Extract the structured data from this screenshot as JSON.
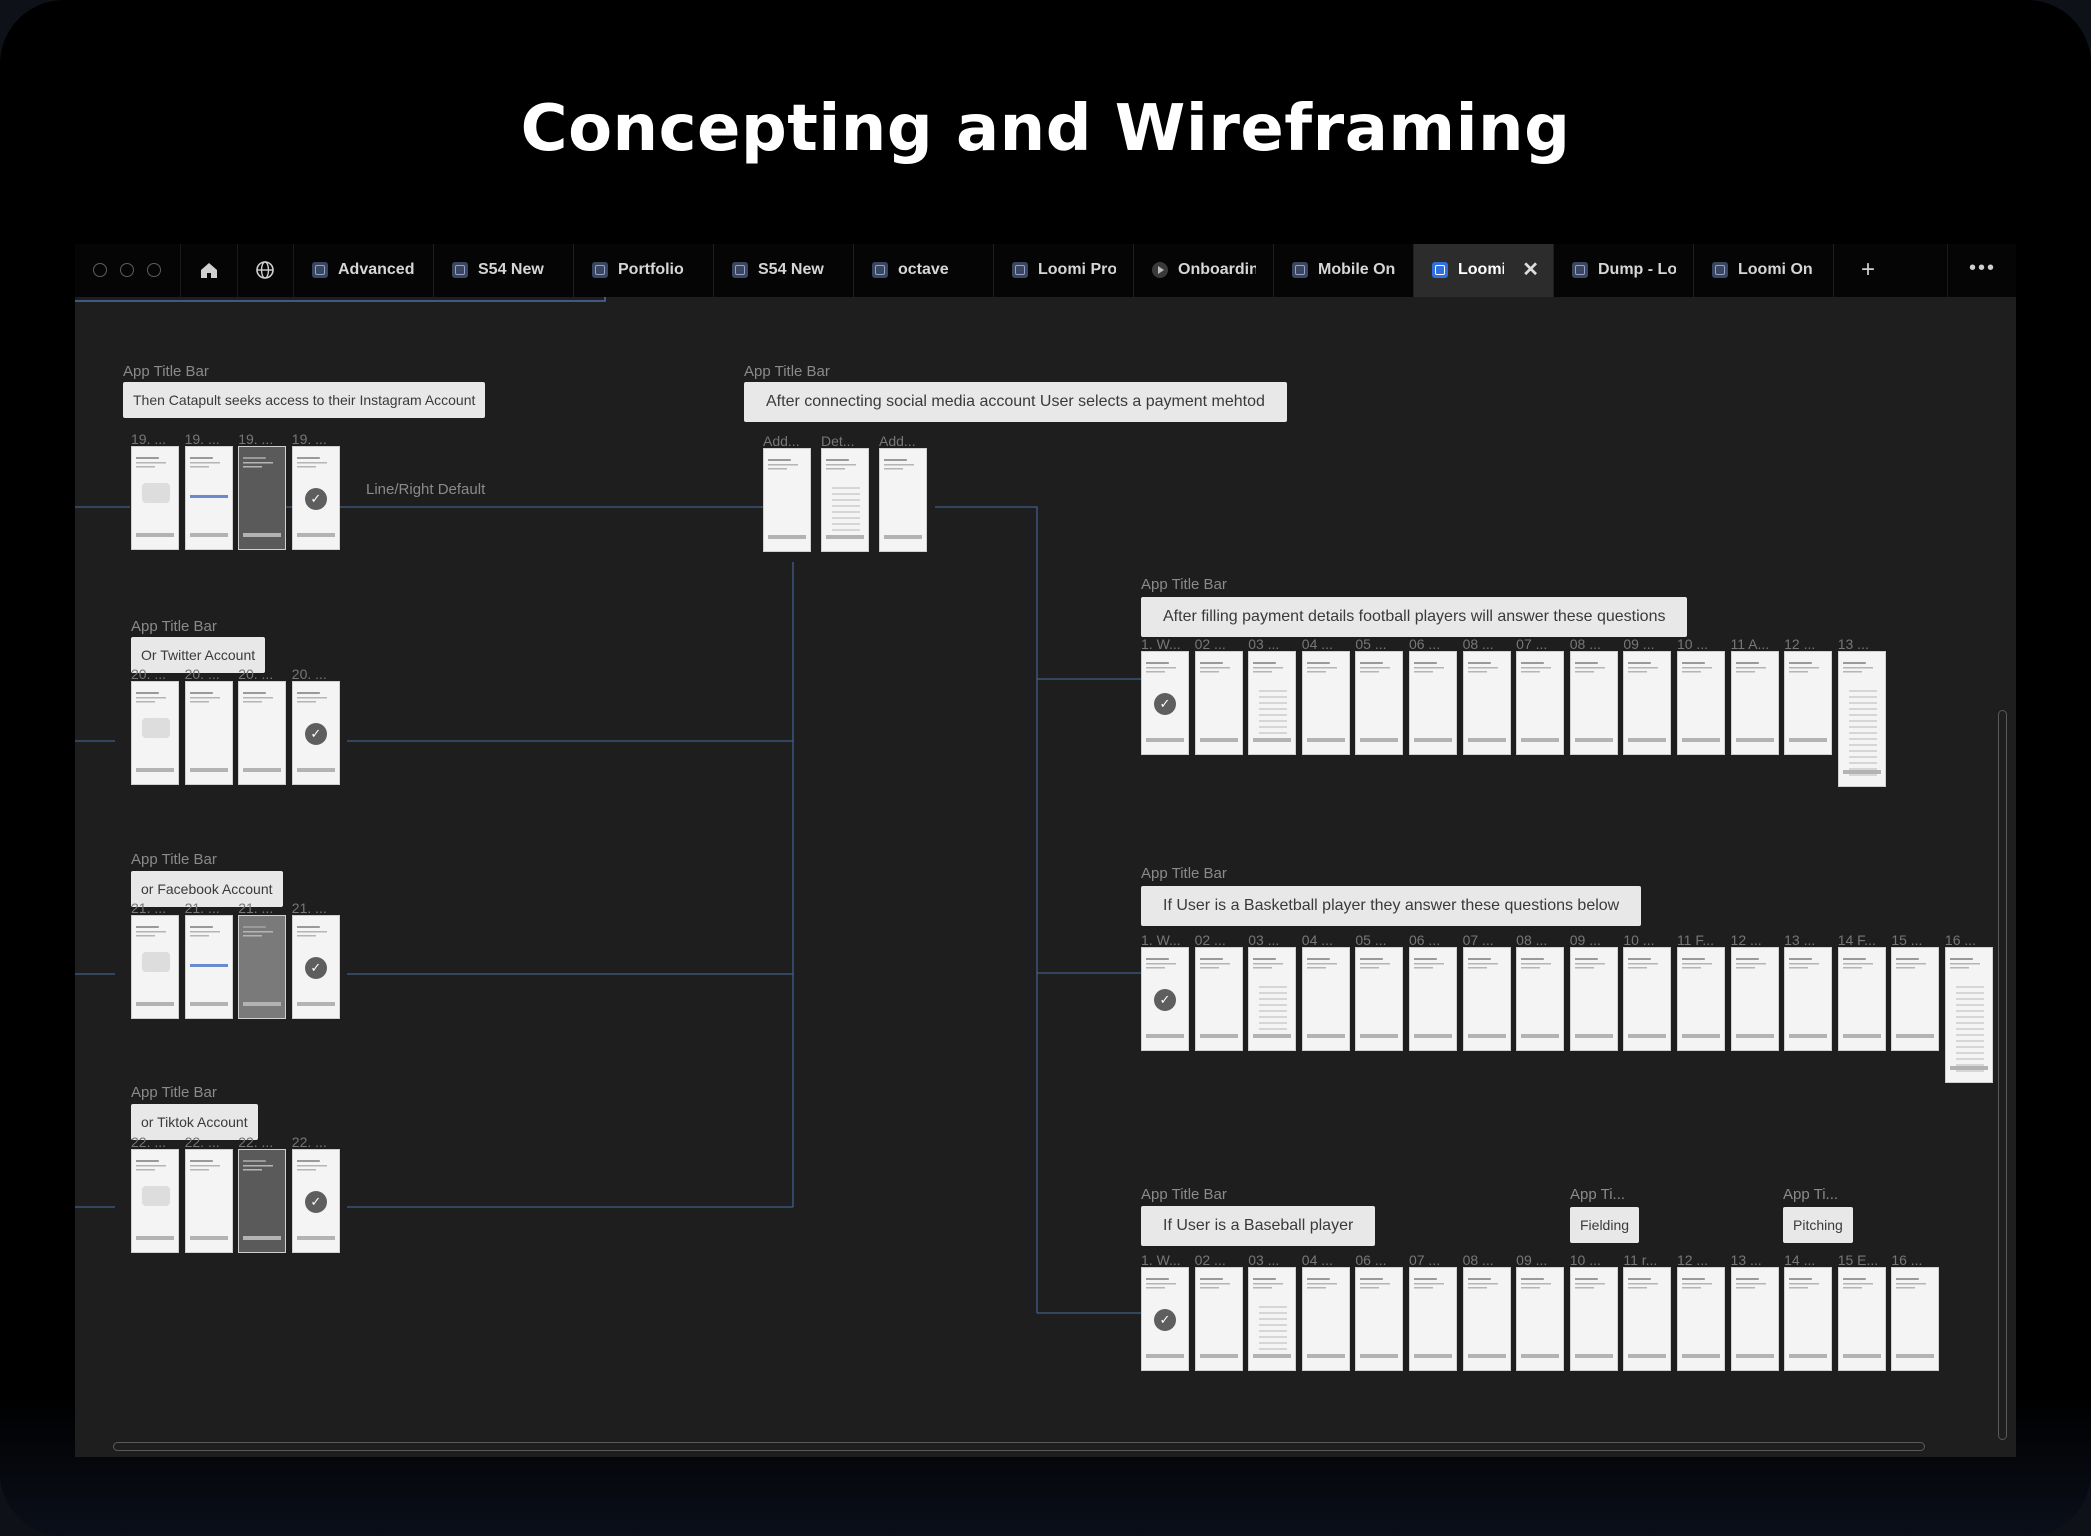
{
  "headline": "Concepting and Wireframing",
  "tabs": [
    {
      "label": "Advanced",
      "icon": "file-icon"
    },
    {
      "label": "S54 New",
      "icon": "file-icon"
    },
    {
      "label": "Portfolio",
      "icon": "file-icon"
    },
    {
      "label": "S54 New",
      "icon": "file-icon"
    },
    {
      "label": "octave",
      "icon": "file-icon"
    },
    {
      "label": "Loomi Pro",
      "icon": "file-icon"
    },
    {
      "label": "Onboarding",
      "icon": "play-icon"
    },
    {
      "label": "Mobile On",
      "icon": "file-icon"
    },
    {
      "label": "Loomi W",
      "icon": "file-icon",
      "active": true,
      "close": "✕"
    },
    {
      "label": "Dump - Lo",
      "icon": "file-icon"
    },
    {
      "label": "Loomi On",
      "icon": "file-icon"
    }
  ],
  "toolbar": {
    "new_tab": "+",
    "more": "•••"
  },
  "accent_color": "#2f6fe0",
  "groups": [
    {
      "title": "App Title Bar",
      "label": "Then Catapult seeks access to their Instagram Account",
      "captions": [
        "19. ...",
        "19. ...",
        "19. ...",
        "19. ..."
      ]
    },
    {
      "title": "App Title Bar",
      "label": "Or Twitter Account",
      "captions": [
        "20. ...",
        "20. ...",
        "20. ...",
        "20. ..."
      ]
    },
    {
      "title": "App Title Bar",
      "label": "or Facebook Account",
      "captions": [
        "21. ...",
        "21. ...",
        "21. ...",
        "21. ..."
      ]
    },
    {
      "title": "App Title Bar",
      "label": "or Tiktok Account",
      "captions": [
        "22. ...",
        "22. ...",
        "22. ...",
        "22. ..."
      ]
    },
    {
      "title": "App Title Bar",
      "label": "After connecting social media account User selects a payment mehtod",
      "captions": [
        "Add...",
        "Det...",
        "Add..."
      ]
    },
    {
      "title": "App Title Bar",
      "label": "After filling payment details football players will answer these questions",
      "captions": [
        "1. W...",
        "02 ...",
        "03 ...",
        "04 ...",
        "05 ...",
        "06 ...",
        "08 ...",
        "07 ...",
        "08 ...",
        "09 ...",
        "10 ...",
        "11 A...",
        "12 ...",
        "13 ..."
      ]
    },
    {
      "title": "App Title Bar",
      "label": "If User is a Basketball player they answer these questions below",
      "captions": [
        "1. W...",
        "02 ...",
        "03 ...",
        "04 ...",
        "05 ...",
        "06 ...",
        "07 ...",
        "08 ...",
        "09 ...",
        "10 ...",
        "11 F...",
        "12 ...",
        "13 ...",
        "14 F...",
        "15 ...",
        "16 ..."
      ]
    },
    {
      "title": "App Title Bar",
      "label": "If User is a Baseball player",
      "captions": [
        "1. W...",
        "02 ...",
        "03 ...",
        "04 ...",
        "06 ...",
        "07 ...",
        "08 ...",
        "09 ...",
        "10 ...",
        "11 r...",
        "12 ...",
        "13 ...",
        "14 ...",
        "15 E...",
        "16 ..."
      ]
    }
  ],
  "subgroups": [
    {
      "title": "App Ti...",
      "label": "Fielding"
    },
    {
      "title": "App Ti...",
      "label": "Pitching"
    }
  ],
  "connector_label": "Line/Right  Default"
}
